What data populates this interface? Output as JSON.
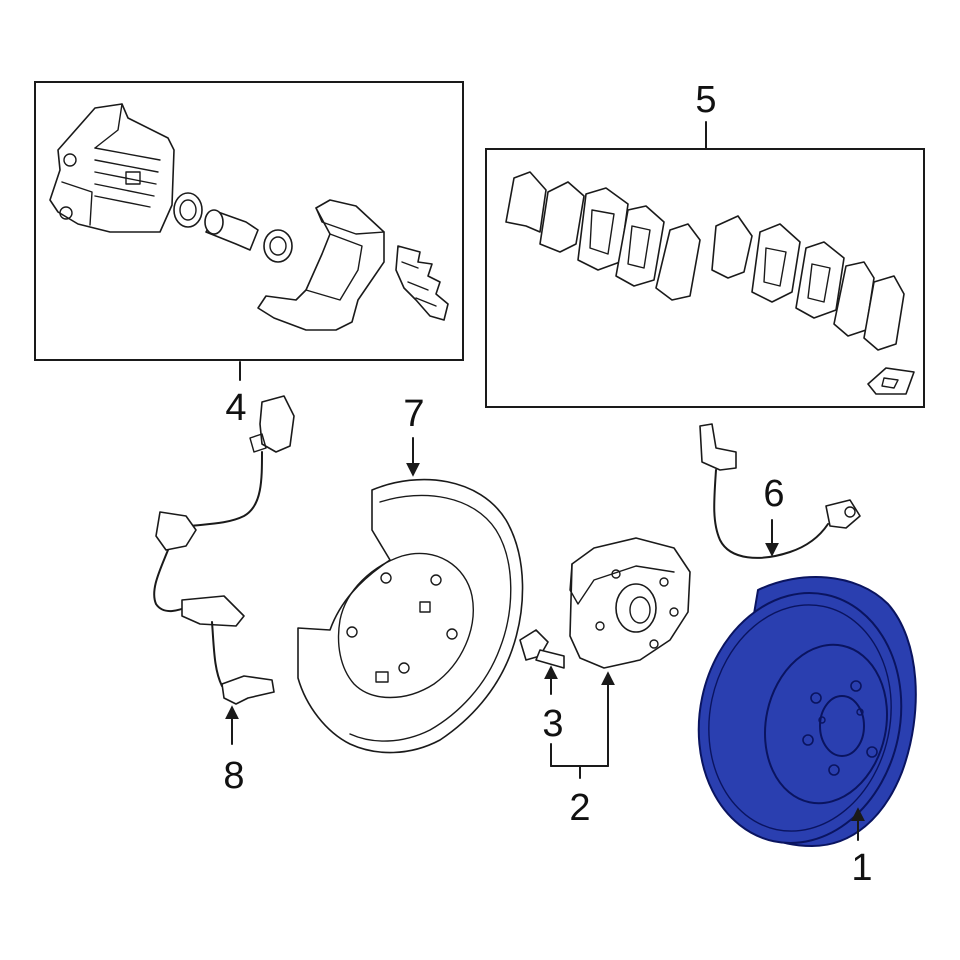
{
  "callouts": {
    "c1": "1",
    "c2": "2",
    "c3": "3",
    "c4": "4",
    "c5": "5",
    "c6": "6",
    "c7": "7",
    "c8": "8"
  },
  "colors": {
    "highlight": "#2a3fb0",
    "highlight_stroke": "#0a1460",
    "line": "#1a1a1a"
  }
}
